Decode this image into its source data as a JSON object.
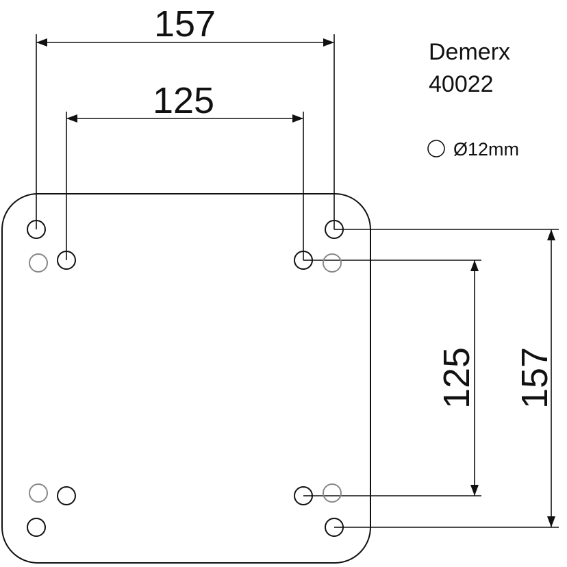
{
  "title": {
    "brand": "Demerx",
    "model": "40022"
  },
  "legend": {
    "hole_symbol": "circle",
    "hole_diameter_label": "Ø12mm"
  },
  "dimensions": {
    "horizontal_outer": "157",
    "horizontal_inner": "125",
    "vertical_inner": "125",
    "vertical_outer": "157"
  },
  "colors": {
    "line": "#111111",
    "secondary_hole": "#888888",
    "background": "#ffffff"
  },
  "plate": {
    "shape": "rounded-square",
    "hole_patterns": [
      {
        "name": "157x157",
        "color": "black"
      },
      {
        "name": "125x125",
        "color": "black"
      },
      {
        "name": "secondary",
        "color": "gray"
      }
    ]
  }
}
